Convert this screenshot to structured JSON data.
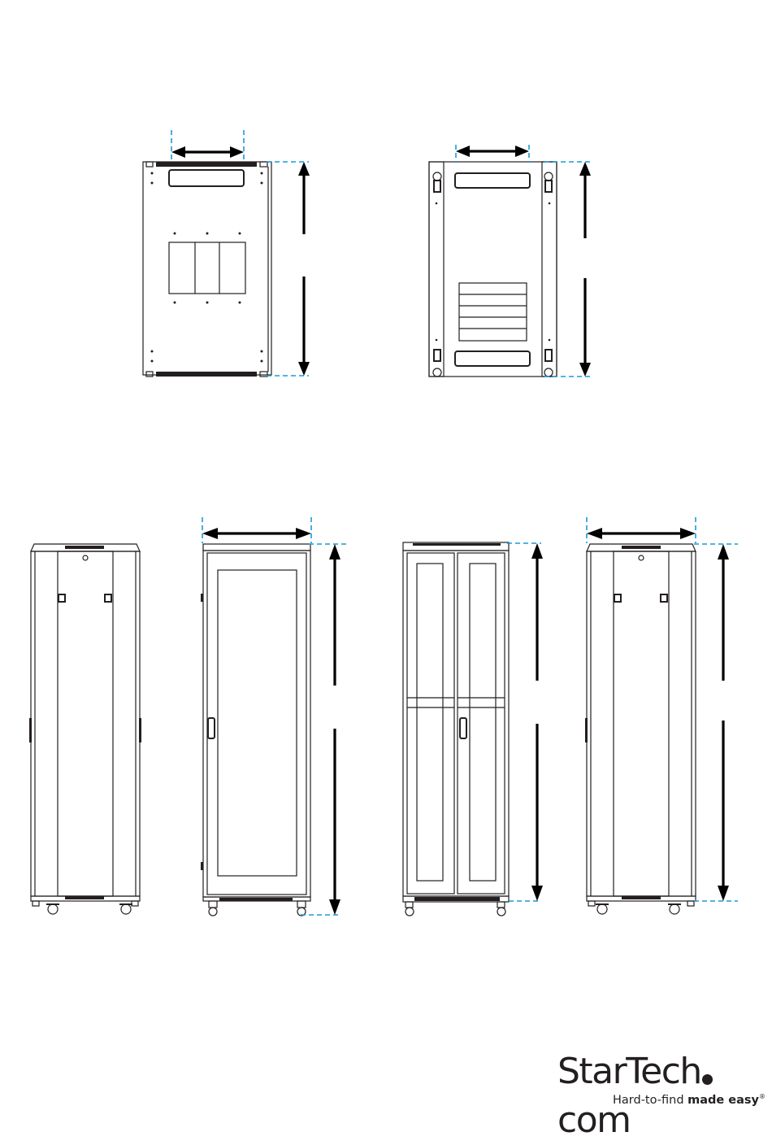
{
  "views": {
    "top_view": "top-view",
    "bottom_view": "bottom-view",
    "side_left": "side-left-view",
    "front": "front-view",
    "rear": "rear-view",
    "side_right": "side-right-view"
  },
  "colors": {
    "outline": "#231f20",
    "dimension_arrow": "#000000",
    "extension_line": "#1b9ad6"
  },
  "brand": {
    "word_start": "StarTech",
    "word_end": "com",
    "tagline_plain": "Hard-to-find ",
    "tagline_bold": "made easy",
    "registered": "®"
  }
}
